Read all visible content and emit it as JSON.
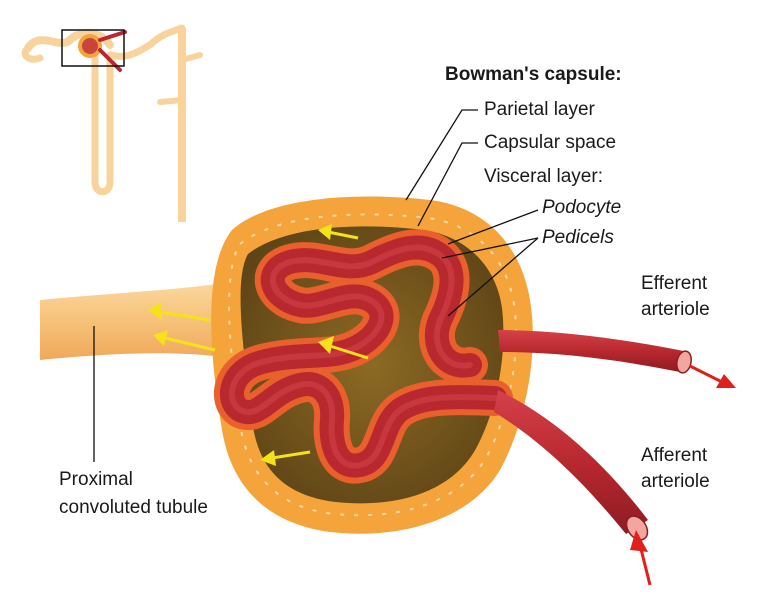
{
  "labels": {
    "bowmans_capsule": "Bowman's capsule:",
    "parietal_layer": "Parietal layer",
    "capsular_space": "Capsular space",
    "visceral_layer": "Visceral layer:",
    "podocyte": "Podocyte",
    "pedicels": "Pedicels",
    "efferent_line1": "Efferent",
    "efferent_line2": "arteriole",
    "afferent_line1": "Afferent",
    "afferent_line2": "arteriole",
    "proximal_line1": "Proximal",
    "proximal_line2": "convoluted tubule"
  },
  "colors": {
    "capsule_orange": "#f4a43a",
    "capsule_dark": "#7a5a1e",
    "vessel_red": "#b8282f",
    "podocyte_orange": "#e9602c",
    "tubule_tan": "#f7c27a",
    "flow_arrow": "#f5e21a",
    "blood_arrow": "#e0201c"
  }
}
